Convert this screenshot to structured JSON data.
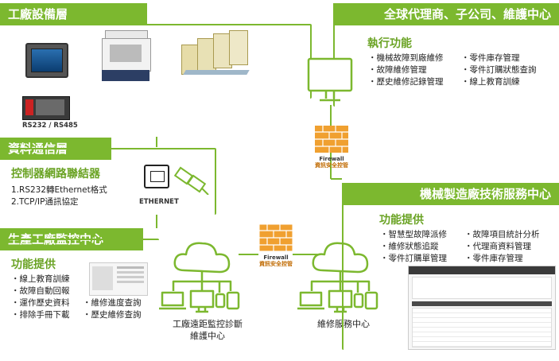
{
  "colors": {
    "accent": "#7cb82f",
    "firewall": "#e8902a"
  },
  "factory_equipment": {
    "title": "工廠設備層",
    "port_label": "RS232 / RS485"
  },
  "data_comm": {
    "title": "資料通信層",
    "subtitle": "控制器網路聯結器",
    "items": [
      "1.RS232轉Ethernet格式",
      "2.TCP/IP通訊協定"
    ],
    "ethernet_label": "ETHERNET"
  },
  "production_monitor": {
    "title": "生產工廠監控中心",
    "subtitle": "功能提供",
    "col1": [
      "線上教育訓練",
      "故障自動回報",
      "運作歷史資料",
      "排除手冊下載"
    ],
    "col2": [
      "維修進度查詢",
      "歷史維修查詢"
    ],
    "cloud_caption": [
      "工廠遠距監控診斷",
      "維護中心"
    ]
  },
  "global_agents": {
    "title": "全球代理商、子公司、維護中心",
    "subtitle": "執行功能",
    "col1": [
      "機械故障到廠維修",
      "故障維修管理",
      "歷史維修記錄管理"
    ],
    "col2": [
      "零件庫存管理",
      "零件訂購狀態查詢",
      "線上教育訓練"
    ]
  },
  "manufacturer": {
    "title": "機械製造廠技術服務中心",
    "subtitle": "功能提供",
    "col1": [
      "智慧型故障派修",
      "維修狀態追蹤",
      "零件訂購單管理"
    ],
    "col2": [
      "故障項目統計分析",
      "代理商資料管理",
      "零件庫存管理"
    ],
    "cloud_caption": [
      "維修服務中心"
    ]
  },
  "firewall": {
    "label": "Firewall",
    "sub": "資訊安全控管"
  }
}
